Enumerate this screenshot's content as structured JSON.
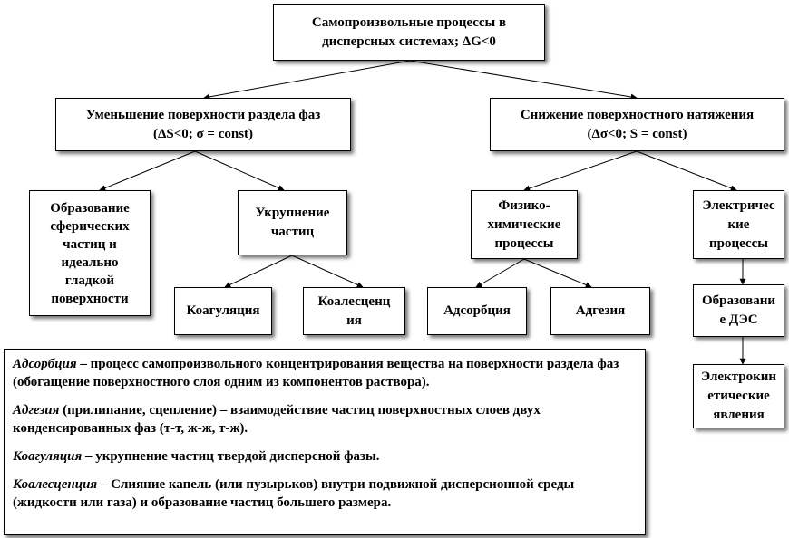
{
  "nodes": {
    "root": "Самопроизвольные процессы в\nдисперсных системах; ΔG<0",
    "left_main": "Уменьшение поверхности раздела фаз\n(ΔS<0; σ = const)",
    "right_main": "Снижение поверхностного натяжения\n(Δσ<0; S = const)",
    "spherical": "Образование\nсферических\nчастиц и\nидеально\nгладкой\nповерхности",
    "coarsening": "Укрупнение\nчастиц",
    "physchem": "Физико-\nхимические\nпроцессы",
    "electric": "Электричес\nкие\nпроцессы",
    "coagulation": "Коагуляция",
    "coalescence": "Коалесценц\nия",
    "adsorption": "Адсорбция",
    "adhesion": "Адгезия",
    "des": "Образовани\nе ДЭС",
    "electrokinetic": "Электрокин\nетические\nявления"
  },
  "definitions": [
    {
      "term": "Адсорбция",
      "text": " – процесс самопроизвольного концентрирования вещества на поверхности раздела фаз (обогащение поверхностного слоя одним из компонентов раствора)."
    },
    {
      "term": "Адгезия",
      "text": " (прилипание, сцепление) – взаимодействие частиц поверхностных слоев двух конденсированных фаз (т-т, ж-ж, т-ж)."
    },
    {
      "term": "Коагуляция",
      "text": " – укрупнение частиц твердой дисперсной фазы."
    },
    {
      "term": "Коалесценция",
      "text": " – Слияние капель (или пузырьков) внутри подвижной дисперсионной среды (жидкости или газа) и образование частиц большего размера."
    }
  ]
}
